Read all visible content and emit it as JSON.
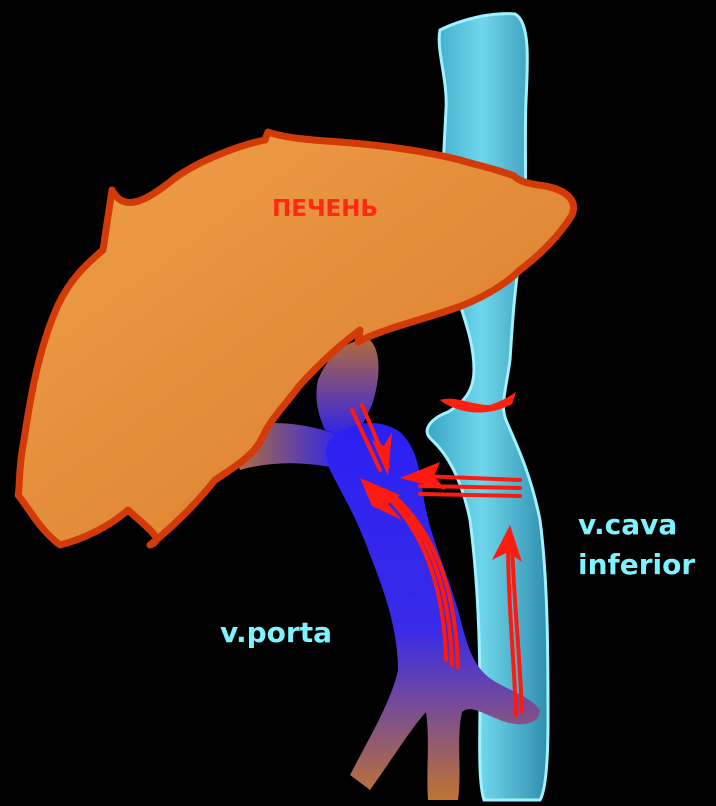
{
  "labels": {
    "liver": "ПЕЧЕНЬ",
    "vena_cava_line1": "v.cava",
    "vena_cava_line2": "inferior",
    "vena_porta": "v.porta"
  },
  "colors": {
    "background": "#000000",
    "liver_fill": "#e38a36",
    "liver_outline": "#d23a08",
    "liver_label": "#ff2a10",
    "vena_cava_fill": "#5fc4d8",
    "vena_cava_outline": "#9ff2ff",
    "portal_vein_blue": "#2a26f0",
    "portal_vein_brown": "#b66a3a",
    "flow_arrows": "#ff1a10",
    "cyan_labels": "#7ff2ff"
  }
}
